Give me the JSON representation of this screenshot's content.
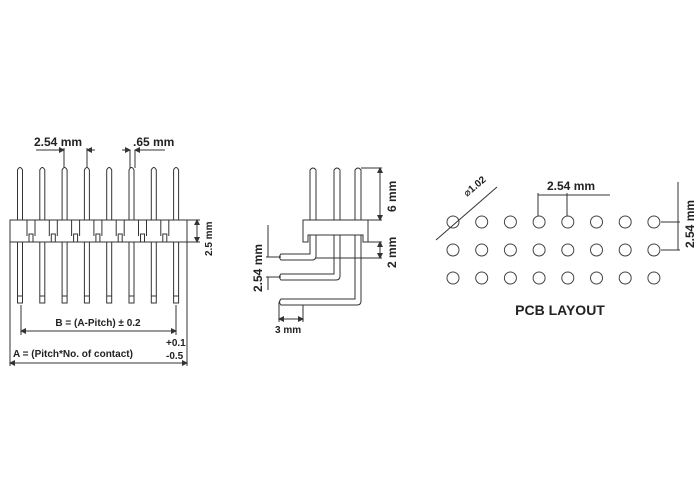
{
  "straight_header": {
    "pitch_label": "2.54 mm",
    "pin_width_label": ".65 mm",
    "body_height_label": "2.5 mm",
    "b_formula": "B = (A-Pitch) ± 0.2",
    "a_formula": "A = (Pitch*No. of contact)",
    "a_tol_plus": "+0.1",
    "a_tol_minus": "-0.5",
    "pin_count": 8
  },
  "right_angle_header": {
    "top_length_label": "6 mm",
    "offset_label": "2 mm",
    "row_pitch_label": "2.54 mm",
    "tail_label": "3 mm",
    "rows": 3
  },
  "pcb_layout": {
    "title": "PCB LAYOUT",
    "hole_diameter_label": "⌀1.02",
    "horizontal_pitch_label": "2.54 mm",
    "vertical_pitch_label": "2.54 mm",
    "columns": 8,
    "rows": 3
  }
}
